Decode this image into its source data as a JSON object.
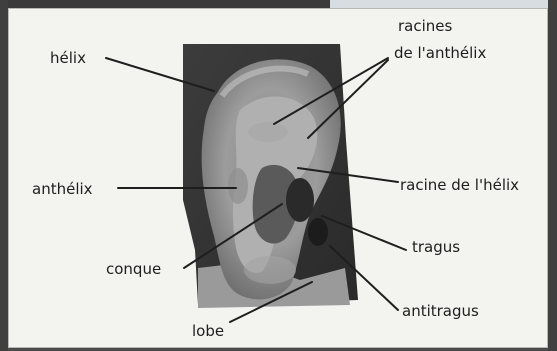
{
  "labels": {
    "helix": "hélix",
    "racines_line1": "racines",
    "racines_line2": "de l'anthélix",
    "anthelix": "anthélix",
    "racine_helix": "racine de l'hélix",
    "conque": "conque",
    "tragus": "tragus",
    "lobe": "lobe",
    "antitragus": "antitragus"
  },
  "colors": {
    "background": "#4a4a4a",
    "paper": "#f3f3f0",
    "ink": "#1e1e1e"
  }
}
